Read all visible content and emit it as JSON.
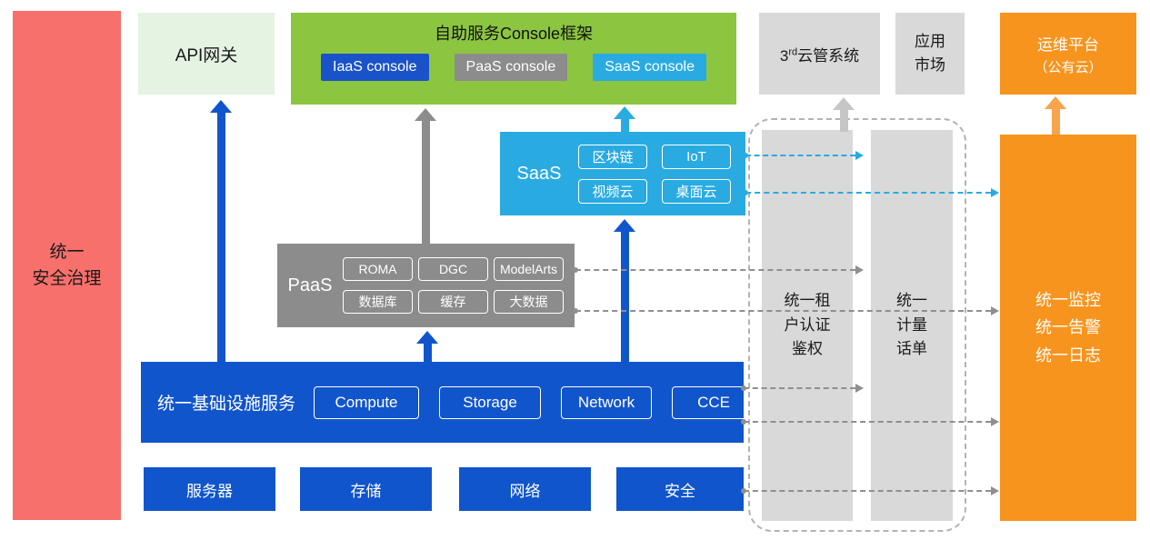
{
  "security_bar": {
    "label": "统一\n安全治理"
  },
  "api_gateway": {
    "label": "API网关"
  },
  "console_frame": {
    "title": "自助服务Console框架",
    "iaas": "IaaS console",
    "paas": "PaaS console",
    "saas": "SaaS console"
  },
  "third_party": {
    "prefix": "3",
    "sup": "rd",
    "suffix": "云管系统"
  },
  "app_market": {
    "label": "应用\n市场"
  },
  "ops_platform": {
    "line1": "运维平台",
    "line2": "（公有云）"
  },
  "saas_block": {
    "label": "SaaS",
    "items": [
      "区块链",
      "IoT",
      "视频云",
      "桌面云"
    ]
  },
  "paas_block": {
    "label": "PaaS",
    "items": [
      "ROMA",
      "DGC",
      "ModelArts",
      "数据库",
      "缓存",
      "大数据"
    ]
  },
  "infra_block": {
    "label": "统一基础设施服务",
    "items": [
      "Compute",
      "Storage",
      "Network",
      "CCE"
    ]
  },
  "hardware": {
    "items": [
      "服务器",
      "存储",
      "网络",
      "安全"
    ]
  },
  "auth_bar": {
    "label": "统一租\n户认证\n鉴权"
  },
  "metering_bar": {
    "label": "统一\n计量\n话单"
  },
  "monitor_bar": {
    "label": "统一监控\n统一告警\n统一日志"
  },
  "colors": {
    "blue": "#1155CC",
    "green": "#8CC540",
    "light_green": "#E4F3E2",
    "cyan": "#29ABE2",
    "gray": "#8C8C8C",
    "light_gray": "#D9D9D9",
    "orange": "#F7941E",
    "red": "#F8706B"
  }
}
